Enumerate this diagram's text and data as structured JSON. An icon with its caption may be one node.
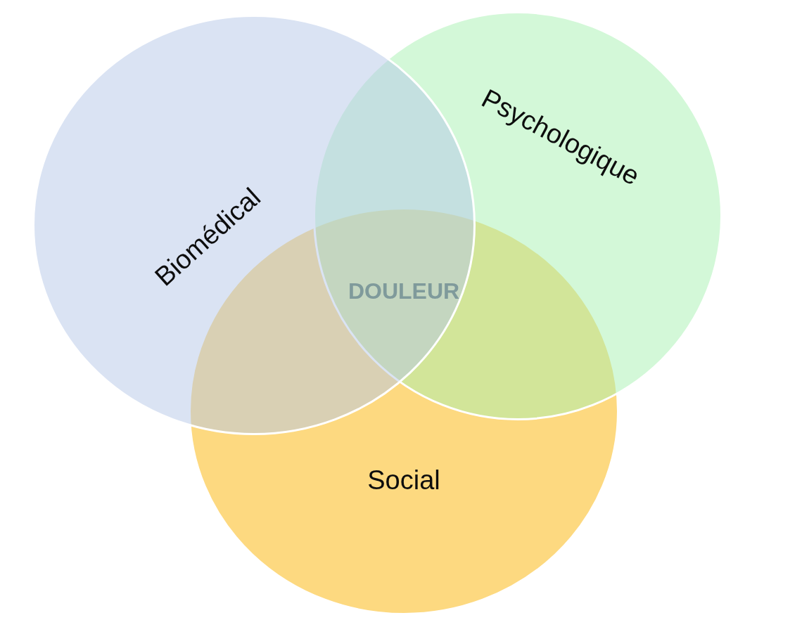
{
  "diagram": {
    "nodes": [
      {
        "text": [
          "Biomédical"
        ]
      },
      {
        "text": [
          "Psychologique"
        ]
      },
      {
        "text": [
          "Social"
        ]
      }
    ],
    "labels": [
      "DOULEUR"
    ]
  }
}
